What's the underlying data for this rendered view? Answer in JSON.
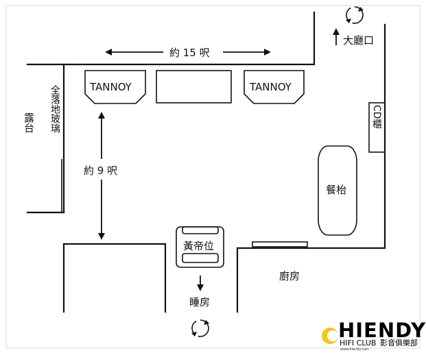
{
  "labels": {
    "width": "約 15 呎",
    "depth": "約 9 呎",
    "speaker_left": "TANNOY",
    "speaker_right": "TANNOY",
    "balcony": "露台",
    "glass_door": "全落地玻璃",
    "to_hall": "大廳口",
    "cd_cabinet": "CD櫃",
    "dining_table": "餐枱",
    "sweet_spot": "黃帝位",
    "bedroom": "睡房",
    "kitchen": "廚房"
  },
  "logo": {
    "name": "HIENDY",
    "sub_left": "HIFI CLUB",
    "sub_right": "影音俱樂部",
    "url": "www.hiendy.com"
  },
  "colors": {
    "line": "#111111",
    "background": "#ffffff",
    "logo_yellow": "#f3c51f"
  }
}
